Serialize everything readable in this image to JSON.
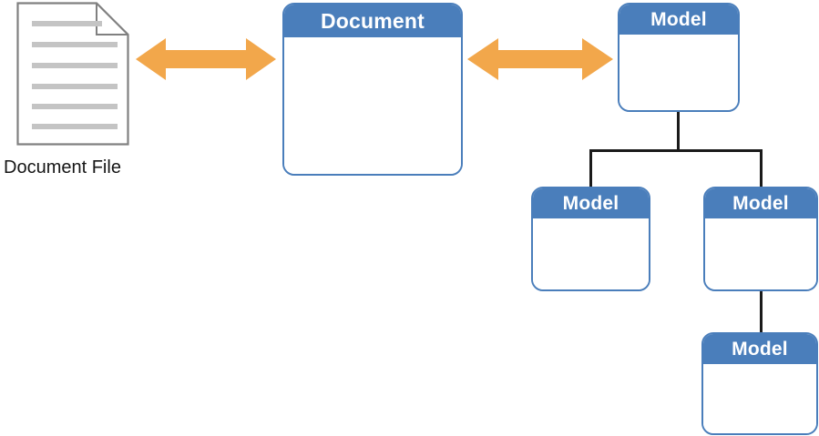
{
  "diagram": {
    "title": "Document and Model relationship diagram",
    "colors": {
      "node_header_blue": "#4A7EBB",
      "node_border_blue": "#4A7EBB",
      "node_body_white": "#FFFFFF",
      "arrow_orange": "#F2A74B",
      "connector_black": "#1A1A1A",
      "document_line_gray": "#C4C4C4",
      "document_outline_gray": "#808080",
      "label_text": "#161616"
    },
    "document_file": {
      "label": "Document File",
      "line_count": 6
    },
    "arrows": [
      {
        "name": "document-file-to-document",
        "direction": "bidirectional"
      },
      {
        "name": "document-to-model",
        "direction": "bidirectional"
      }
    ],
    "nodes": [
      {
        "id": "document",
        "title": "Document"
      },
      {
        "id": "model-root",
        "title": "Model"
      },
      {
        "id": "model-child-left",
        "title": "Model"
      },
      {
        "id": "model-child-right",
        "title": "Model"
      },
      {
        "id": "model-grandchild",
        "title": "Model"
      }
    ],
    "connections": [
      {
        "from": "model-root",
        "to": "model-child-left",
        "style": "orthogonal"
      },
      {
        "from": "model-root",
        "to": "model-child-right",
        "style": "orthogonal"
      },
      {
        "from": "model-child-right",
        "to": "model-grandchild",
        "style": "straight"
      }
    ]
  }
}
